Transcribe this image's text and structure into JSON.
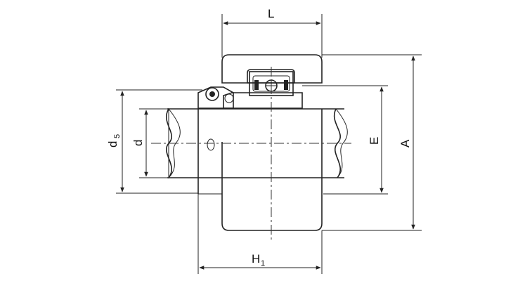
{
  "labels": {
    "L": "L",
    "A": "A",
    "E": "E",
    "d": "d",
    "d5_main": "d",
    "d5_sub": "5",
    "H1_main": "H",
    "H1_sub": "1"
  },
  "colors": {
    "line": "#222222",
    "hatch": "#333333",
    "background": "#ffffff"
  }
}
